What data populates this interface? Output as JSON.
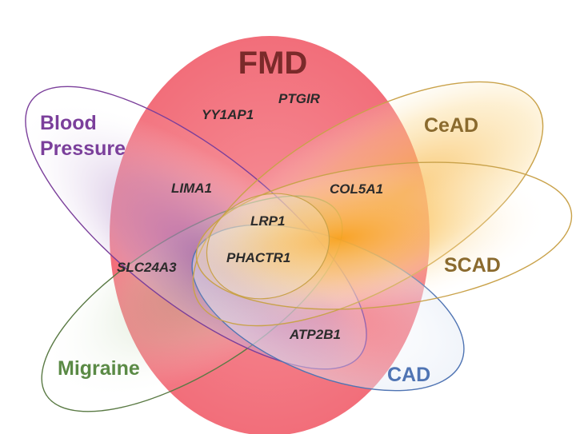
{
  "sets": {
    "fmd": {
      "label": "FMD",
      "color": "#f0707c"
    },
    "blood_pressure": {
      "label_line1": "Blood",
      "label_line2": "Pressure",
      "color": "#7b3f9b"
    },
    "cead": {
      "label": "CeAD",
      "color": "#8a6a2e"
    },
    "scad": {
      "label": "SCAD",
      "color": "#8a6a2e"
    },
    "cad": {
      "label": "CAD",
      "color": "#4f74b3"
    },
    "migraine": {
      "label": "Migraine",
      "color": "#5a8a45"
    }
  },
  "genes": {
    "yy1ap1": "YY1AP1",
    "ptgir": "PTGIR",
    "lima1": "LIMA1",
    "col5a1": "COL5A1",
    "lrp1": "LRP1",
    "phactr1": "PHACTR1",
    "slc24a3": "SLC24A3",
    "atp2b1": "ATP2B1"
  }
}
